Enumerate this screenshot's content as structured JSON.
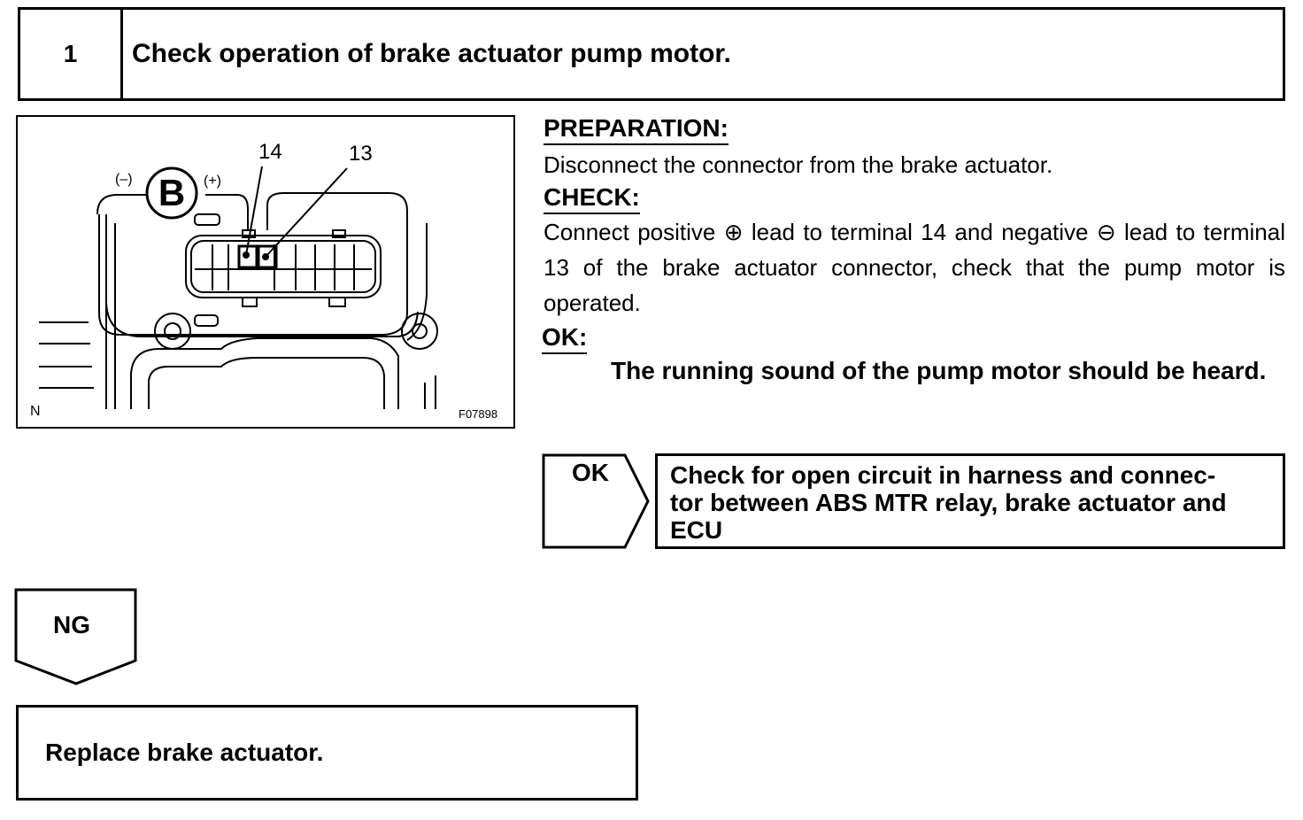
{
  "step": {
    "number": "1",
    "title": "Check operation of brake actuator pump motor."
  },
  "figure": {
    "connector_label": "B",
    "negative_mark": "(–)",
    "positive_mark": "(+)",
    "terminal_a": "14",
    "terminal_b": "13",
    "corner_mark": "N",
    "figure_code": "F07898"
  },
  "preparation": {
    "heading": "PREPARATION:",
    "text": "Disconnect the connector from the brake actuator."
  },
  "check": {
    "heading": "CHECK:",
    "text": "Connect positive ⊕ lead to terminal 14 and negative ⊖ lead to terminal 13 of the brake actuator connector, check that the pump motor is operated."
  },
  "ok": {
    "heading": "OK:",
    "text": "The running sound of the pump motor should be heard."
  },
  "ok_flow": {
    "label": "OK",
    "action_line1": "Check for open circuit in harness and connec-",
    "action_line2": "tor between ABS MTR relay, brake actuator and",
    "action_line3": "ECU"
  },
  "ng_flow": {
    "label": "NG",
    "action": "Replace brake actuator."
  }
}
